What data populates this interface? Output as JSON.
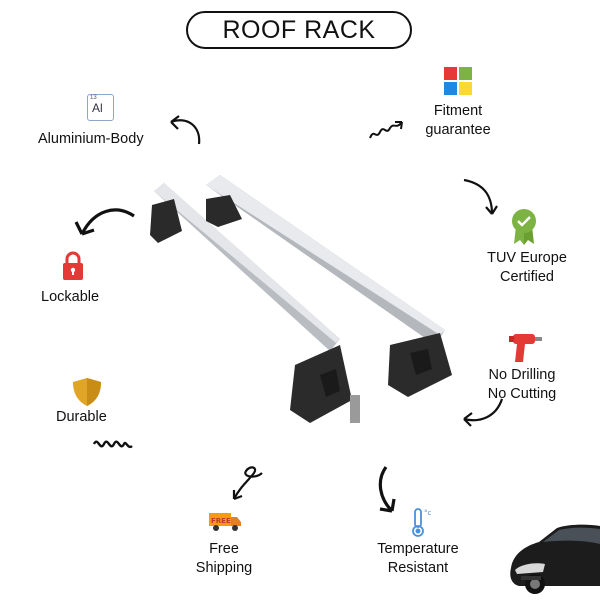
{
  "title": "ROOF RACK",
  "features": {
    "aluminium": {
      "label": "Aluminium-Body",
      "icon": "aluminium-element-icon",
      "symbol": "Al",
      "number": "13"
    },
    "fitment": {
      "line1": "Fitment",
      "line2": "guarantee",
      "icon": "puzzle-icon"
    },
    "tuv": {
      "line1": "TUV Europe",
      "line2": "Certified",
      "icon": "certified-badge-icon"
    },
    "lockable": {
      "label": "Lockable",
      "icon": "padlock-icon"
    },
    "drilling": {
      "line1": "No Drilling",
      "line2": "No Cutting",
      "icon": "drill-icon"
    },
    "durable": {
      "label": "Durable",
      "icon": "shield-icon"
    },
    "shipping": {
      "line1": "Free",
      "line2": "Shipping",
      "icon": "delivery-truck-icon",
      "truck_text": "FREE"
    },
    "temperature": {
      "line1": "Temperature",
      "line2": "Resistant",
      "icon": "thermometer-icon"
    }
  },
  "colors": {
    "red": "#e53935",
    "green": "#7cb342",
    "gold": "#e0a526",
    "orange": "#f39c12",
    "silver": "#c9ccd1",
    "dark": "#2b2b2b"
  }
}
